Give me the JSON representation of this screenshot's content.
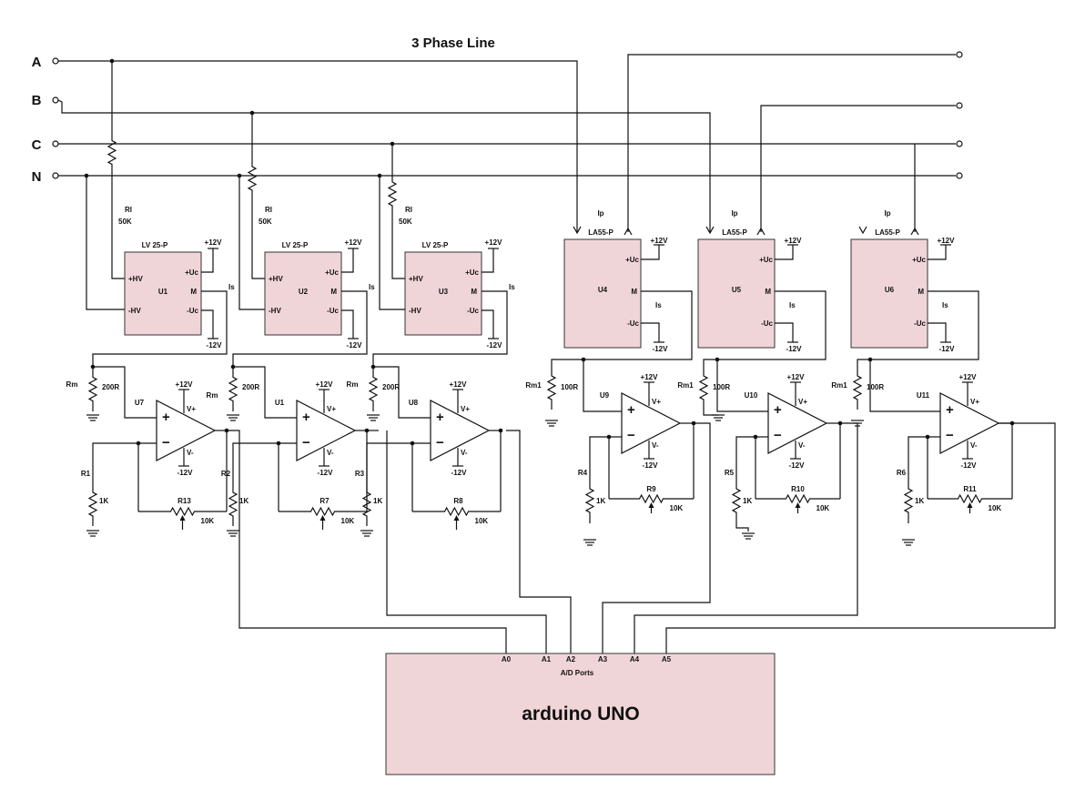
{
  "title": "3 Phase Line",
  "lines": [
    "A",
    "B",
    "C",
    "N"
  ],
  "voltage_sensors": [
    {
      "id": "U1",
      "part": "LV 25-P",
      "r_in": "RI",
      "r_in_val": "50K",
      "pins": [
        "+HV",
        "-HV",
        "+Uc",
        "M",
        "-Uc"
      ],
      "out": "Is",
      "supply_pos": "+12V",
      "supply_neg": "-12V",
      "rm": "Rm",
      "rm_val": "200R",
      "amp": "U7",
      "r_g": "R1",
      "r_g_val": "1K",
      "pot": "R13",
      "pot_val": "10K"
    },
    {
      "id": "U2",
      "part": "LV 25-P",
      "r_in": "RI",
      "r_in_val": "50K",
      "pins": [
        "+HV",
        "-HV",
        "+Uc",
        "M",
        "-Uc"
      ],
      "out": "Is",
      "supply_pos": "+12V",
      "supply_neg": "-12V",
      "rm": "Rm",
      "rm_val": "200R",
      "amp": "U1",
      "r_g": "R2",
      "r_g_val": "1K",
      "pot": "R7",
      "pot_val": "10K"
    },
    {
      "id": "U3",
      "part": "LV 25-P",
      "r_in": "RI",
      "r_in_val": "50K",
      "pins": [
        "+HV",
        "-HV",
        "+Uc",
        "M",
        "-Uc"
      ],
      "out": "Is",
      "supply_pos": "+12V",
      "supply_neg": "-12V",
      "rm": "Rm",
      "rm_val": "200R",
      "amp": "U8",
      "r_g": "R3",
      "r_g_val": "1K",
      "pot": "R8",
      "pot_val": "10K"
    }
  ],
  "current_sensors": [
    {
      "id": "U4",
      "part": "LA55-P",
      "in": "Ip",
      "pins": [
        "+Uc",
        "M",
        "-Uc"
      ],
      "out": "Is",
      "supply_pos": "+12V",
      "supply_neg": "-12V",
      "rm": "Rm1",
      "rm_val": "100R",
      "amp": "U9",
      "r_g": "R4",
      "r_g_val": "1K",
      "pot": "R9",
      "pot_val": "10K"
    },
    {
      "id": "U5",
      "part": "LA55-P",
      "in": "Ip",
      "pins": [
        "+Uc",
        "M",
        "-Uc"
      ],
      "out": "Is",
      "supply_pos": "+12V",
      "supply_neg": "-12V",
      "rm": "Rm1",
      "rm_val": "100R",
      "amp": "U10",
      "r_g": "R5",
      "r_g_val": "1K",
      "pot": "R10",
      "pot_val": "10K"
    },
    {
      "id": "U6",
      "part": "LA55-P",
      "in": "Ip",
      "pins": [
        "+Uc",
        "M",
        "-Uc"
      ],
      "out": "Is",
      "supply_pos": "+12V",
      "supply_neg": "-12V",
      "rm": "Rm1",
      "rm_val": "100R",
      "amp": "U11",
      "r_g": "R6",
      "r_g_val": "1K",
      "pot": "R11",
      "pot_val": "10K"
    }
  ],
  "opamp": {
    "plus": "+",
    "minus": "−",
    "vpos": "V+",
    "vneg": "V-",
    "supply_pos": "+12V",
    "supply_neg": "-12V"
  },
  "arduino": {
    "name": "arduino UNO",
    "ports_label": "A/D Ports",
    "ports": [
      "A0",
      "A1",
      "A2",
      "A3",
      "A4",
      "A5"
    ]
  }
}
